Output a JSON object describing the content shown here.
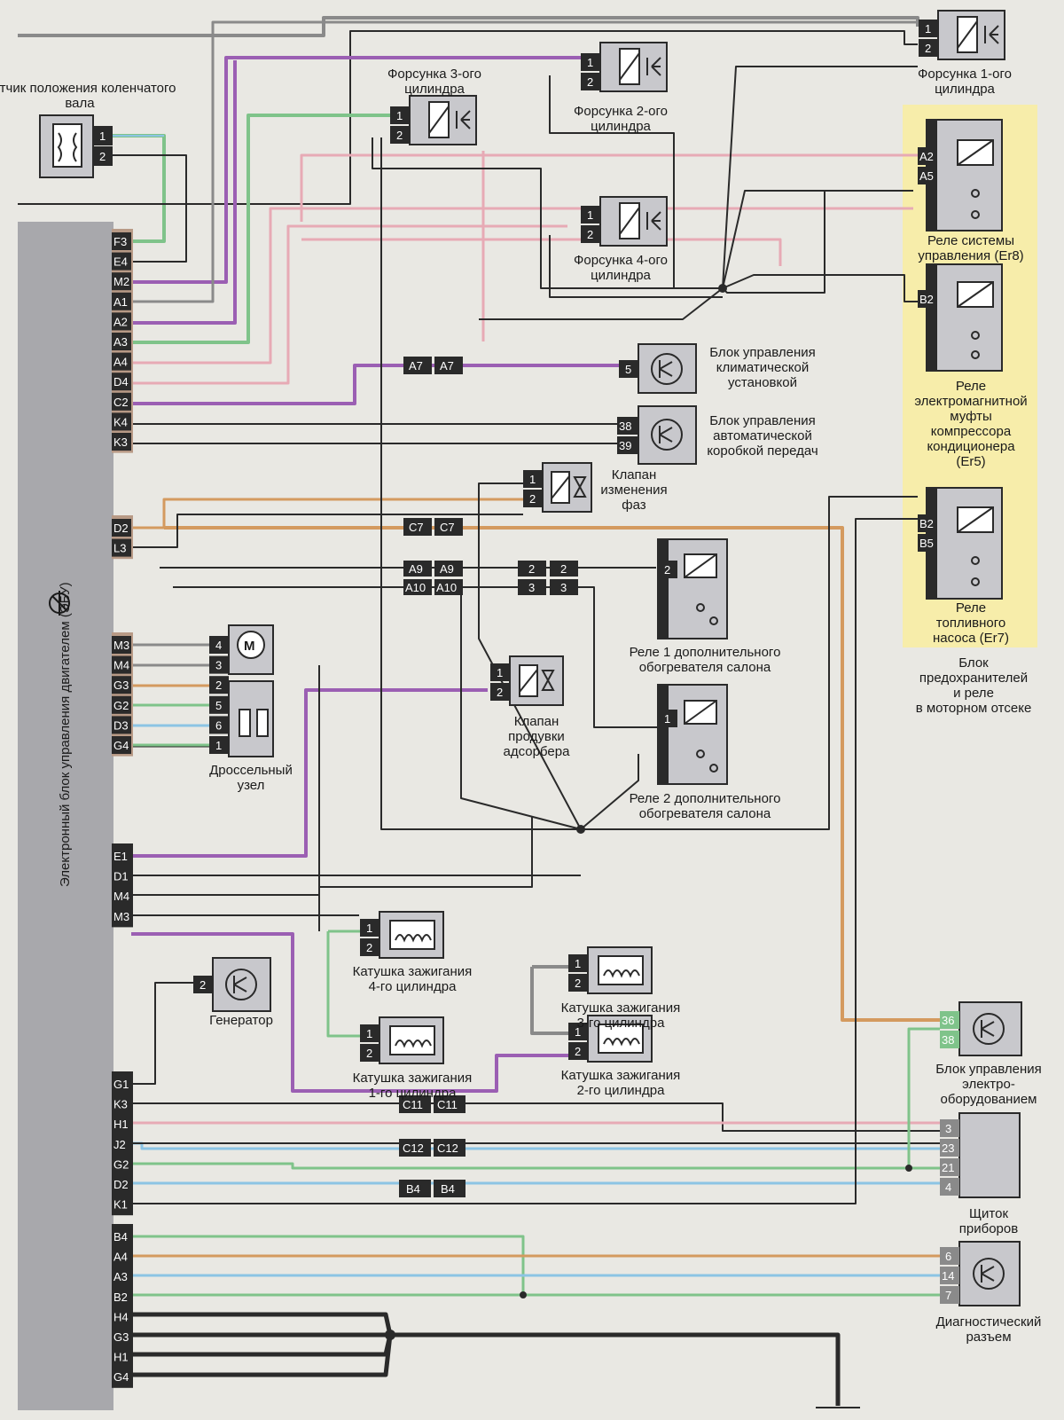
{
  "colors": {
    "purple": "#9b5fb3",
    "green": "#7fc38a",
    "blue": "#8cc4e4",
    "pink": "#e7aab5",
    "orange": "#d49a5f",
    "gray": "#8a8a8a",
    "dark": "#2a2a2a",
    "highlight": "#f7edaa",
    "component": "#c8c8cc",
    "ecu": "#a8a8ac"
  },
  "ecu": {
    "label": "Электронный блок управления двигателем (ЭБУ)",
    "connector1_pins": [
      "F3",
      "E4",
      "M2",
      "A1",
      "A2",
      "A3",
      "A4",
      "D4",
      "C2",
      "K4",
      "K3"
    ],
    "connector2_pins": [
      "D2",
      "L3"
    ],
    "connector3_pins": [
      "M3",
      "M4",
      "G3",
      "G2",
      "D3",
      "G4"
    ],
    "connector4_pins": [
      "E1",
      "D1",
      "M4",
      "M3"
    ],
    "connector5_pins": [
      "G1",
      "K3",
      "H1",
      "J2",
      "G2",
      "D2",
      "K1"
    ],
    "connector6_pins": [
      "B4",
      "A4",
      "A3",
      "B2",
      "H4",
      "G3",
      "H1",
      "G4"
    ]
  },
  "components": {
    "crankshaft_sensor": "Датчик положения коленчатого вала",
    "injector3": "Форсунка 3-ого цилиндра",
    "injector2": "Форсунка 2-ого цилиндра",
    "injector4": "Форсунка 4-ого цилиндра",
    "injector1": "Форсунка 1-ого цилиндра",
    "relay_control": "Реле системы управления (Er8)",
    "relay_compressor": "Реле электромагнитной муфты компрессора кондиционера (Er5)",
    "relay_fuel_pump": "Реле топливного насоса (Er7)",
    "fuse_block": "Блок предохранителей и реле в моторном отсеке",
    "climate_unit": "Блок управления климатической установкой",
    "transmission_unit": "Блок управления автоматической коробкой передач",
    "phase_valve": "Клапан изменения фаз",
    "adsorber_valve": "Клапан продувки адсорбера",
    "heater_relay1": "Реле 1 дополнительного обогревателя салона",
    "heater_relay2": "Реле 2 дополнительного обогревателя салона",
    "throttle": "Дроссельный узел",
    "generator": "Генератор",
    "coil4": "Катушка зажигания 4-го цилиндра",
    "coil1": "Катушка зажигания 1-го цилиндра",
    "coil3": "Катушка зажигания 3-го цилиндра",
    "coil2": "Катушка зажигания 2-го цилиндра",
    "electro_unit": "Блок управления электро-оборудованием",
    "instrument_panel": "Щиток приборов",
    "diagnostic": "Диагностический разъем"
  },
  "connectors": {
    "a7": "A7",
    "c7": "C7",
    "a9": "A9",
    "a10": "A10",
    "c11": "C11",
    "c12": "C12",
    "b4": "B4"
  },
  "pins": {
    "p1": "1",
    "p2": "2",
    "p3": "3",
    "p4": "4",
    "p5": "5",
    "p6": "6",
    "p7": "7",
    "p14": "14",
    "p21": "21",
    "p23": "23",
    "p36": "36",
    "p38": "38",
    "p39": "39",
    "a2": "A2",
    "a5": "A5",
    "b2": "B2",
    "b5": "B5"
  }
}
